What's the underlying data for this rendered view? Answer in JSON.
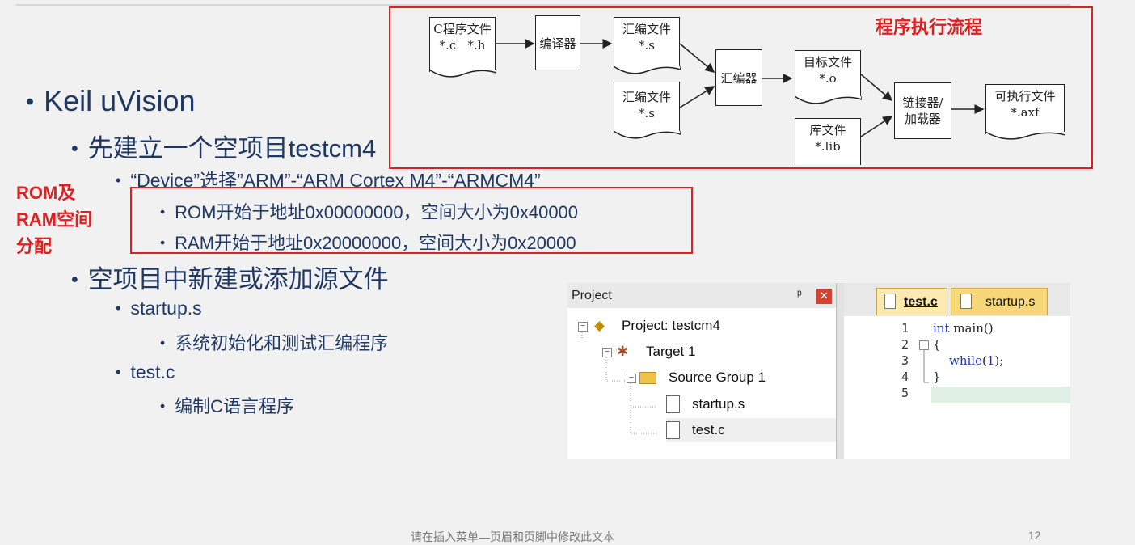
{
  "slide": {
    "bullets": {
      "l1": "Keil uVision",
      "l2a": "先建立一个空项目testcm4",
      "l3a": "“Device”选择”ARM”-“ARM Cortex M4”-“ARMCM4”",
      "l4a": "ROM开始于地址0x00000000，空间大小为0x40000",
      "l4b": "RAM开始于地址0x20000000，空间大小为0x20000",
      "l2b": "空项目中新建或添加源文件",
      "l3b": "startup.s",
      "l4c": "系统初始化和测试汇编程序",
      "l3c": "test.c",
      "l4d": "编制C语言程序"
    },
    "annotations": {
      "flow_title": "程序执行流程",
      "rom_ram": [
        "ROM及",
        "RAM空间",
        "分配"
      ]
    },
    "footer": {
      "text": "请在插入菜单—页眉和页脚中修改此文本",
      "page": "12"
    },
    "accent_red": "#e02020",
    "text_blue": "#1f3864"
  },
  "flow": {
    "c_file": [
      "C程序文件",
      "*.c   *.h"
    ],
    "compiler": "编译器",
    "asm1": [
      "汇编文件",
      "*.s"
    ],
    "asm2": [
      "汇编文件",
      "*.s"
    ],
    "assembler": "汇编器",
    "obj": [
      "目标文件",
      "*.o"
    ],
    "lib": [
      "库文件",
      "*.lib"
    ],
    "linker": [
      "链接器/",
      "加载器"
    ],
    "exe": [
      "可执行文件",
      "*.axf"
    ]
  },
  "ide": {
    "panel_title": "Project",
    "pin_icon": "pin-icon",
    "close_icon": "close-icon",
    "tree": {
      "project": "Project: testcm4",
      "target": "Target 1",
      "group": "Source Group 1",
      "files": [
        "startup.s",
        "test.c"
      ]
    },
    "tabs": [
      "test.c",
      "startup.s"
    ],
    "code": {
      "line_numbers": [
        "1",
        "2",
        "3",
        "4",
        "5"
      ],
      "l1_kw": "int",
      "l1_rest": " main()",
      "l2": "{",
      "l3_kw": "while",
      "l3_open": "(",
      "l3_num": "1",
      "l3_close": ");",
      "l4": "}"
    }
  }
}
